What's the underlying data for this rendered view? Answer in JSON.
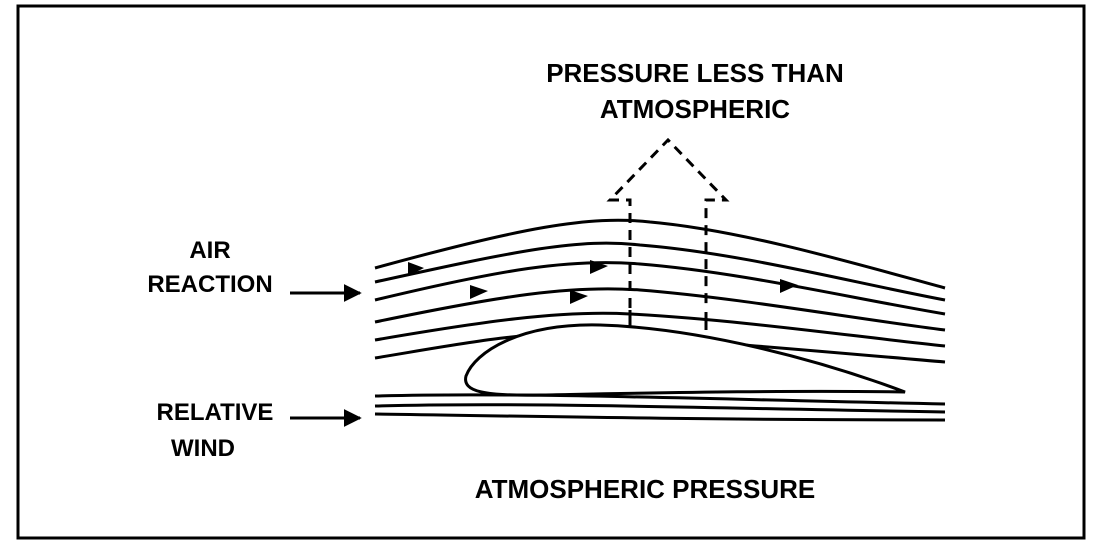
{
  "diagram": {
    "labels": {
      "top_line1": "PRESSURE LESS THAN",
      "top_line2": "ATMOSPHERIC",
      "air_reaction_line1": "AIR",
      "air_reaction_line2": "REACTION",
      "relative_wind_line1": "RELATIVE",
      "relative_wind_line2": "WIND",
      "bottom": "ATMOSPHERIC PRESSURE"
    },
    "colors": {
      "ink": "#000000",
      "background": "#ffffff"
    }
  }
}
